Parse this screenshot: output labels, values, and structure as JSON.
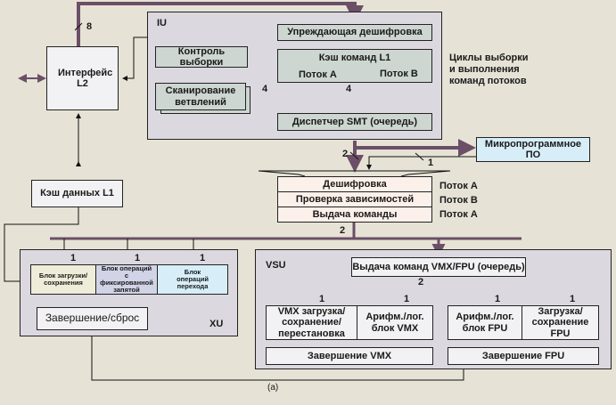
{
  "figure": {
    "caption": "(a)",
    "colors": {
      "bus": "#6b4f66",
      "background": "#e6e3d6",
      "region": "#dcd8e0"
    }
  },
  "iu": {
    "label": "IU",
    "predecode": "Упреждающая дешифровка",
    "icache": "Кэш команд L1",
    "thread_a": "Поток A",
    "thread_b": "Поток B",
    "fetch_control": "Контроль выборки",
    "branch_scan": "Сканирование ветвлений",
    "smt_dispatch": "Диспетчер SMT (очередь)",
    "bus_width_left": "4",
    "bus_width_right": "4",
    "note": "Циклы выборки и выполнения команд потоков"
  },
  "l2": {
    "label": "Интерфейс L2",
    "bus_width": "8"
  },
  "l1d": {
    "label": "Кэш данных L1"
  },
  "microcode": {
    "label": "Микропрограммное ПО",
    "width_in": "2",
    "width_out": "1"
  },
  "pipeline": {
    "stages": [
      {
        "name": "Дешифровка",
        "thread": "Поток A"
      },
      {
        "name": "Проверка зависимостей",
        "thread": "Поток B"
      },
      {
        "name": "Выдача команды",
        "thread": "Поток A"
      }
    ],
    "out_width": "2"
  },
  "xu": {
    "label": "XU",
    "units": [
      {
        "name": "Блок загрузки/ сохранения",
        "width": "1"
      },
      {
        "name": "Блок операций с фиксированной запятой",
        "width": "1"
      },
      {
        "name": "Блок операций перехода",
        "width": "1"
      }
    ],
    "completion": "Завершение/сброс"
  },
  "vsu": {
    "label": "VSU",
    "issue_queue": "Выдача команд VMX/FPU (очередь)",
    "bus_width": "2",
    "units": [
      {
        "name": "VMX загрузка/ сохранение/ перестановка",
        "width": "1"
      },
      {
        "name": "Арифм./лог. блок VMX",
        "width": "1"
      },
      {
        "name": "Арифм./лог. блок FPU",
        "width": "1"
      },
      {
        "name": "Загрузка/ сохранение FPU",
        "width": "1"
      }
    ],
    "vmx_completion": "Завершение VMX",
    "fpu_completion": "Завершение FPU"
  }
}
